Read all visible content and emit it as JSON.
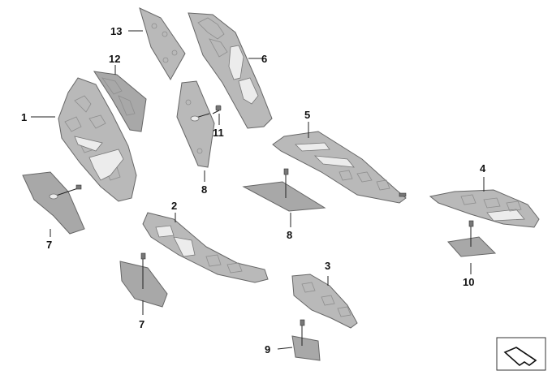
{
  "callouts": {
    "c1": "1",
    "c2": "2",
    "c3": "3",
    "c4": "4",
    "c5": "5",
    "c6": "6",
    "c7a": "7",
    "c7b": "7",
    "c8a": "8",
    "c8b": "8",
    "c9": "9",
    "c10": "10",
    "c11": "11",
    "c12": "12",
    "c13": "13"
  },
  "colors": {
    "part_fill": "#b9b9b9",
    "part_stroke": "#666666",
    "cutout_fill": "#ececec",
    "label": "#111111"
  },
  "icons": {
    "corner": "diagram-corner-icon"
  }
}
